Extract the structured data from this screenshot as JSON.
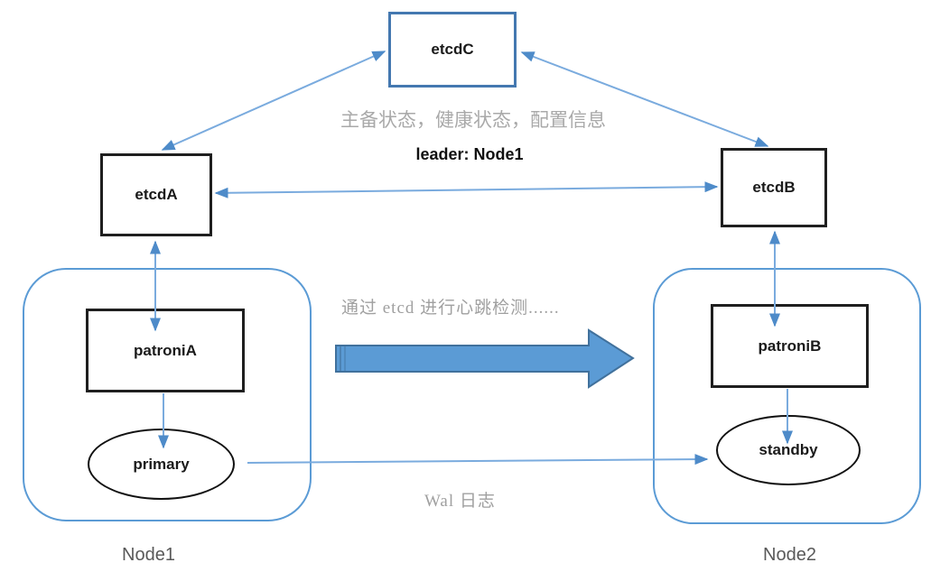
{
  "nodes": {
    "etcdC": "etcdC",
    "etcdA": "etcdA",
    "etcdB": "etcdB",
    "patroniA": "patroniA",
    "patroniB": "patroniB",
    "primary": "primary",
    "standby": "standby"
  },
  "annotations": {
    "etcd_status": "主备状态，健康状态，配置信息",
    "leader": "leader: Node1",
    "heartbeat": "通过 etcd 进行心跳检测......",
    "wal_log": "Wal 日志"
  },
  "machines": {
    "node1": "Node1",
    "node2": "Node2"
  },
  "colors": {
    "arrow_line": "#7aabde",
    "arrow_head": "#4e8bc9",
    "block_arrow_fill": "#5b9bd5",
    "block_arrow_border": "#41719c",
    "etcdc_border": "#4478b0",
    "container_border": "#5b9bd5",
    "box_border": "#1f1f1f",
    "muted_text": "#a9a9a9",
    "machine_label_text": "#595959"
  }
}
